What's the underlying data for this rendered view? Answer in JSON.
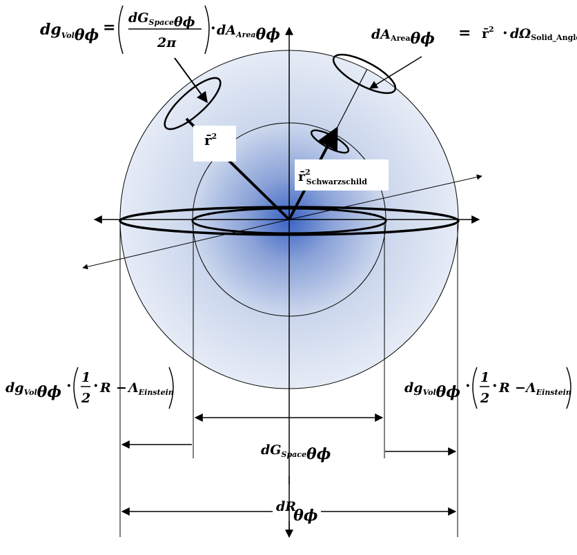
{
  "equations": {
    "top_left": {
      "lhs": "dg",
      "lhs_sub": "Vol",
      "angles": "θϕ",
      "equals": "=",
      "frac_num": "dG",
      "frac_num_sub": "Space",
      "frac_num_angles": "θϕ",
      "frac_den": "2π",
      "dot": "·",
      "rhs": "dA",
      "rhs_sub": "Area",
      "rhs_angles": "θϕ"
    },
    "top_right": {
      "lhs": "dA",
      "lhs_sub": "Area",
      "angles": "θϕ",
      "equals": "=",
      "r_bar": "r̄",
      "sq": "2",
      "dot": "·",
      "omega": "dΩ",
      "omega_sub": "Solid_Angle"
    },
    "bottom_left": {
      "lhs": "dg",
      "lhs_sub": "Vol",
      "angles": "θϕ",
      "dot": "·",
      "half_num": "1",
      "half_den": "2",
      "r": "R",
      "minus": "−",
      "lambda": "Λ",
      "lambda_sub": "Einstein"
    },
    "bottom_right": {
      "lhs": "dg",
      "lhs_sub": "Vol",
      "angles": "θϕ",
      "dot": "·",
      "half_num": "1",
      "half_den": "2",
      "r": "R",
      "minus": "−",
      "lambda": "Λ",
      "lambda_sub": "Einstein"
    }
  },
  "labels": {
    "r_squared": "r̄",
    "r_squared_exp": "2",
    "r_schwarzschild": "r̄",
    "r_schwarzschild_exp": "2",
    "r_schwarzschild_sub": "Schwarzschild",
    "dG_space": "dG",
    "dG_space_sub": "Space",
    "dG_space_angles": "θϕ",
    "dR": "dR",
    "dR_angles": "θϕ"
  },
  "colors": {
    "sphere_center": "#3a63c4",
    "sphere_edge": "#e6ecf6",
    "stroke": "#000000"
  }
}
